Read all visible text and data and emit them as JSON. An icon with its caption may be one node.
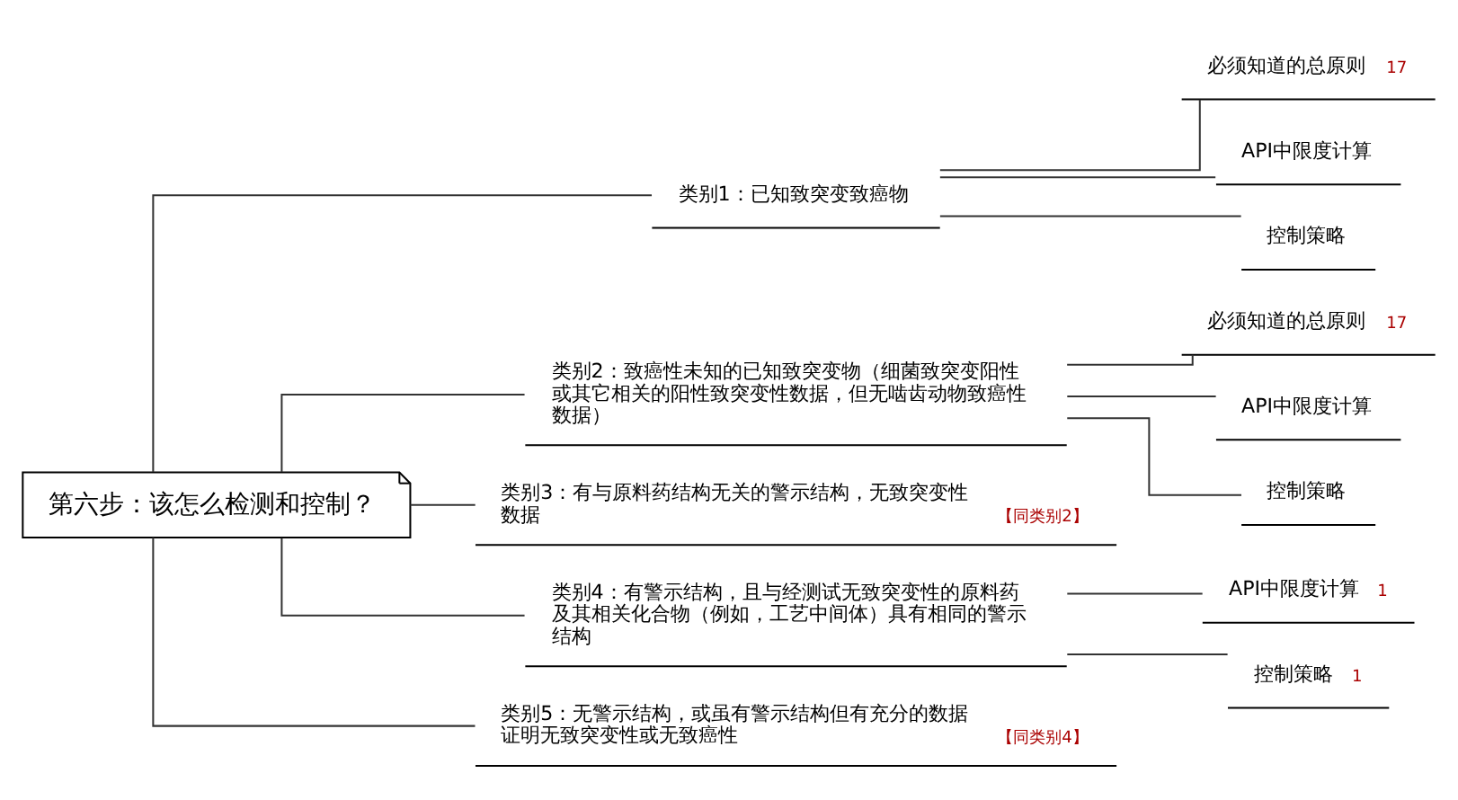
{
  "diagram": {
    "nodes": [
      {
        "text": [
          "第六步：该怎么检测和控制？"
        ]
      },
      {
        "text": [
          "类别1：已知致突变致癌物"
        ]
      },
      {
        "text": [
          "必须知道的总原则",
          "17"
        ]
      },
      {
        "text": [
          "API中限度计算"
        ]
      },
      {
        "text": [
          "控制策略"
        ]
      },
      {
        "text": [
          "类别2：致癌性未知的已知致突变物（细菌致突变阳性或其它相关的阳性致突变性数据，但无啮齿动物致癌性数据）"
        ]
      },
      {
        "text": [
          "必须知道的总原则",
          "17"
        ]
      },
      {
        "text": [
          "API中限度计算"
        ]
      },
      {
        "text": [
          "控制策略"
        ]
      },
      {
        "text": [
          "类别3：有与原料药结构无关的警示结构，无致突变性数据",
          "【同类别2】"
        ]
      },
      {
        "text": [
          "类别4：有警示结构，且与经测试无致突变性的原料药及其相关化合物（例如，工艺中间体）具有相同的警示结构"
        ]
      },
      {
        "text": [
          "API中限度计算",
          "1"
        ]
      },
      {
        "text": [
          "控制策略",
          "1"
        ]
      },
      {
        "text": [
          "类别5：无警示结构，或虽有警示结构但有充分的数据证明无致突变性或无致癌性",
          "【同类别4】"
        ]
      }
    ],
    "edges": [
      {
        "from": 0,
        "to": 1,
        "arrow": "none"
      },
      {
        "from": 1,
        "to": 2,
        "arrow": "none"
      },
      {
        "from": 1,
        "to": 3,
        "arrow": "none"
      },
      {
        "from": 1,
        "to": 4,
        "arrow": "none"
      },
      {
        "from": 0,
        "to": 5,
        "arrow": "none"
      },
      {
        "from": 5,
        "to": 6,
        "arrow": "none"
      },
      {
        "from": 5,
        "to": 7,
        "arrow": "none"
      },
      {
        "from": 5,
        "to": 8,
        "arrow": "none"
      },
      {
        "from": 0,
        "to": 9,
        "arrow": "none"
      },
      {
        "from": 0,
        "to": 10,
        "arrow": "none"
      },
      {
        "from": 10,
        "to": 11,
        "arrow": "none"
      },
      {
        "from": 10,
        "to": 12,
        "arrow": "none"
      },
      {
        "from": 0,
        "to": 13,
        "arrow": "none"
      }
    ]
  }
}
